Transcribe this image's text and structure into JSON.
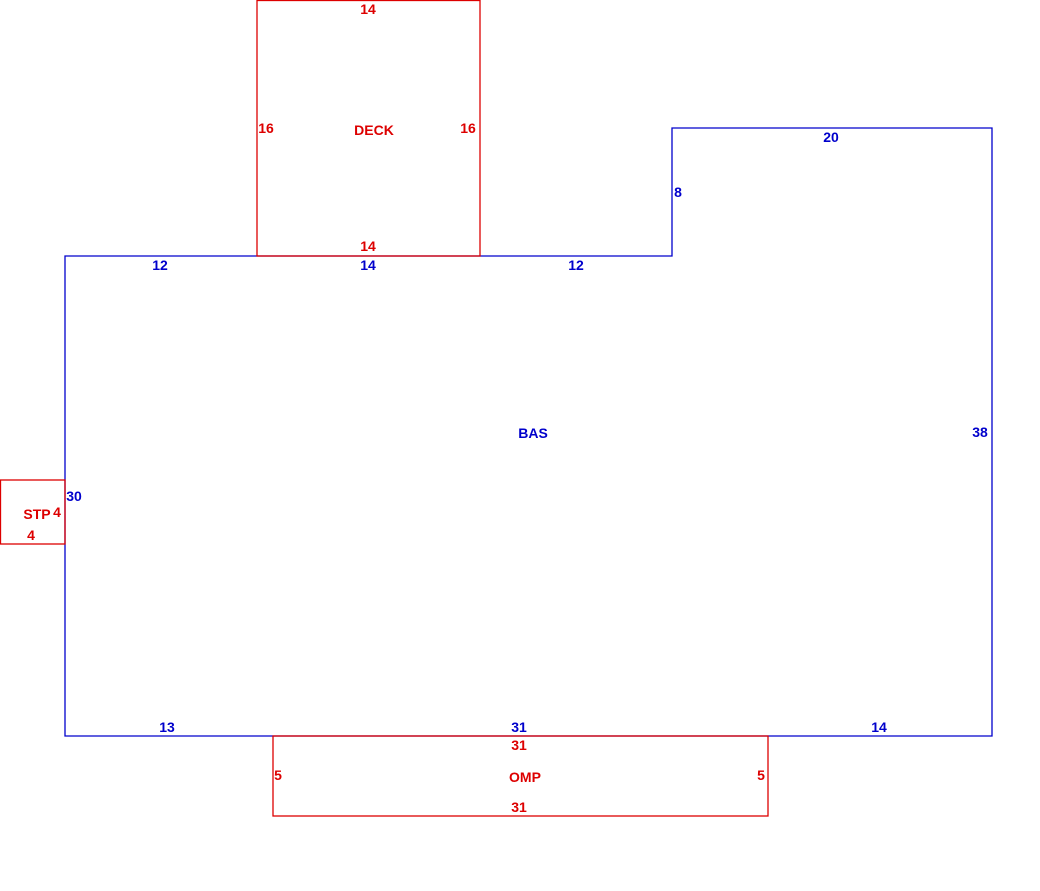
{
  "colors": {
    "main_area": "#0000cc",
    "sub_area": "#dd0000",
    "background": "#ffffff"
  },
  "bas": {
    "label": "BAS",
    "dims": {
      "top_left": "12",
      "top_mid": "14",
      "top_right": "12",
      "step_up": "8",
      "top_far_right": "20",
      "right": "38",
      "left": "30",
      "bottom_left": "13",
      "bottom_mid": "31",
      "bottom_right": "14"
    }
  },
  "deck": {
    "label": "DECK",
    "dims": {
      "top": "14",
      "left": "16",
      "right": "16",
      "bottom": "14"
    }
  },
  "stp": {
    "label": "STP",
    "dims": {
      "right": "4",
      "bottom": "4"
    }
  },
  "omp": {
    "label": "OMP",
    "dims": {
      "top": "31",
      "left": "5",
      "right": "5",
      "bottom": "31"
    }
  }
}
